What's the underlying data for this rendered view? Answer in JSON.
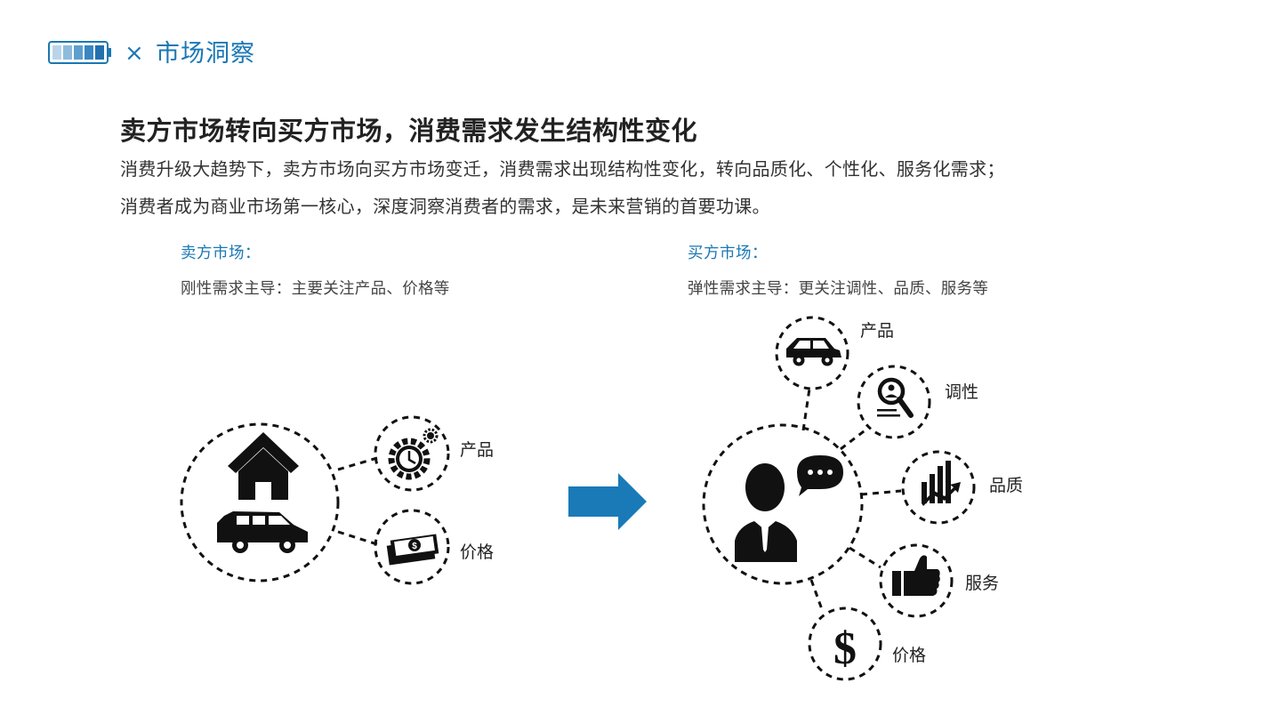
{
  "header": {
    "separator": "×",
    "title": "市场洞察"
  },
  "headline": "卖方市场转向买方市场，消费需求发生结构性变化",
  "paragraphs": [
    "消费升级大趋势下，卖方市场向买方市场变迁，消费需求出现结构性变化，转向品质化、个性化、服务化需求；",
    "消费者成为商业市场第一核心，深度洞察消费者的需求，是未来营销的首要功课。"
  ],
  "seller_market": {
    "title": "卖方市场：",
    "description": "刚性需求主导：主要关注产品、价格等",
    "nodes": [
      {
        "label": "产品",
        "icon": "gear-clock-icon"
      },
      {
        "label": "价格",
        "icon": "cash-icon"
      }
    ],
    "center_icons": [
      "house-icon",
      "van-icon"
    ]
  },
  "buyer_market": {
    "title": "买方市场：",
    "description": "弹性需求主导：更关注调性、品质、服务等",
    "center_icons": [
      "person-icon",
      "speech-bubble-icon"
    ],
    "nodes": [
      {
        "label": "产品",
        "icon": "car-icon"
      },
      {
        "label": "调性",
        "icon": "magnifier-person-icon"
      },
      {
        "label": "品质",
        "icon": "bar-chart-icon"
      },
      {
        "label": "服务",
        "icon": "thumbs-up-icon"
      },
      {
        "label": "价格",
        "icon": "dollar-icon"
      }
    ]
  },
  "colors": {
    "accent": "#1a78b4",
    "arrow": "#1a7ab8",
    "battery_fill": "#2c7fb8",
    "text": "#222222"
  }
}
